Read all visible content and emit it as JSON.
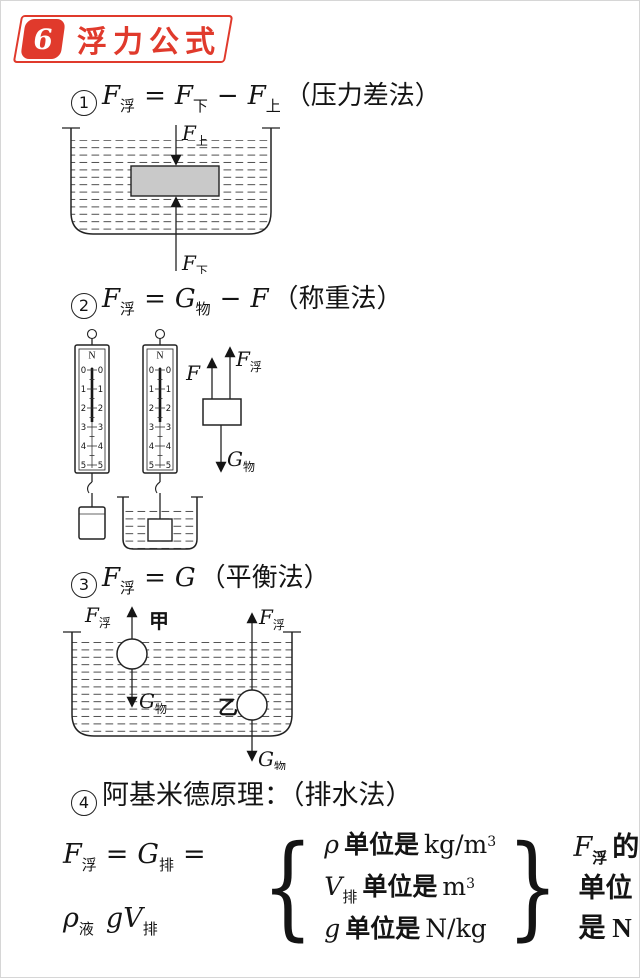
{
  "colors": {
    "accent": "#e03a2c"
  },
  "header": {
    "number": "6",
    "title": "浮力公式"
  },
  "s1": {
    "num": "1",
    "f": [
      {
        "v": "F",
        "s": "浮"
      },
      {
        "op": "="
      },
      {
        "v": "F",
        "s": "下"
      },
      {
        "op": "−"
      },
      {
        "v": "F",
        "s": "上"
      }
    ],
    "method": "（压力差法）",
    "d": {
      "fup": "F",
      "fups": "上",
      "fdn": "F",
      "fdns": "下"
    }
  },
  "s2": {
    "num": "2",
    "f": [
      {
        "v": "F",
        "s": "浮"
      },
      {
        "op": "="
      },
      {
        "v": "G",
        "s": "物"
      },
      {
        "op": "−"
      },
      {
        "v": "F",
        "s": ""
      }
    ],
    "method": "（称重法）",
    "d": {
      "unit": "N",
      "marks": [
        "0",
        "1",
        "2",
        "3",
        "4",
        "5"
      ],
      "fbd": {
        "F": "F",
        "Ff": "F",
        "Ffs": "浮",
        "G": "G",
        "Gs": "物"
      }
    }
  },
  "s3": {
    "num": "3",
    "f": [
      {
        "v": "F",
        "s": "浮"
      },
      {
        "op": "="
      },
      {
        "v": "G",
        "s": ""
      }
    ],
    "method": "（平衡法）",
    "d": {
      "jia": "甲",
      "yi": "乙",
      "Ff": "F",
      "Ffs": "浮",
      "G": "G",
      "Gs": "物"
    }
  },
  "s4": {
    "num": "4",
    "title": "阿基米德原理：（排水法）",
    "line1": [
      {
        "v": "F",
        "s": "浮"
      },
      {
        "op": "="
      },
      {
        "v": "G",
        "s": "排"
      },
      {
        "op": "="
      }
    ],
    "line2": [
      {
        "v": "ρ",
        "s": "液"
      },
      {
        "v": "g",
        "s": ""
      },
      {
        "v": "V",
        "s": "排"
      }
    ],
    "brace_open": "{",
    "brace_close": "}",
    "rows": [
      {
        "sym": "ρ",
        "syms": "",
        "label": "单位是",
        "unit": "kg/m",
        "sup": "3"
      },
      {
        "sym": "V",
        "syms": "排",
        "label": "单位是",
        "unit": "m",
        "sup": "3"
      },
      {
        "sym": "g",
        "syms": "",
        "label": "单位是",
        "unit": "N/kg",
        "sup": ""
      }
    ],
    "rhs": {
      "f": "F",
      "fs": "浮",
      "de": "的",
      "l2": "单位",
      "l3": "是 N"
    }
  }
}
